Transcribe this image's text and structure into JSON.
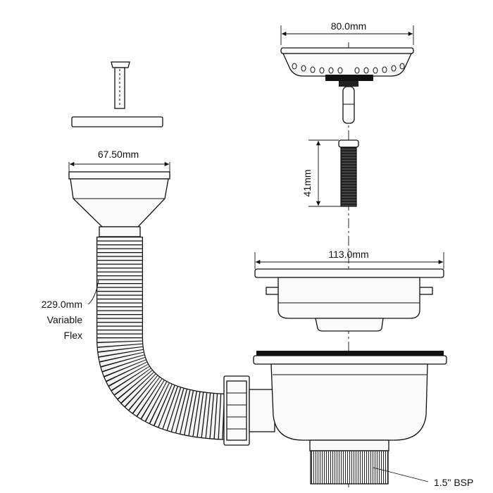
{
  "dimensions": {
    "basket_width": "80.0mm",
    "waste_outlet_width": "67.50mm",
    "stem_length": "41mm",
    "strainer_flange_width": "113.0mm"
  },
  "labels": {
    "flex_length": "229.0mm",
    "flex_word1": "Variable",
    "flex_word2": "Flex",
    "thread_size": "1.5\" BSP"
  }
}
